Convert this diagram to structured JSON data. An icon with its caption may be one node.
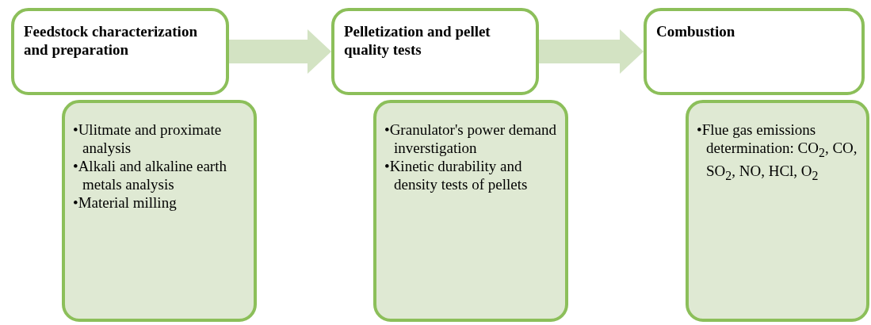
{
  "diagram": {
    "nodes": [
      {
        "text": [
          "Feedstock characterization and preparation"
        ]
      },
      {
        "text": [
          "•Ulitmate and proximate analysis",
          "•Alkali and alkaline earth metals analysis",
          "•Material milling"
        ]
      },
      {
        "text": [
          "Pelletization and pellet quality tests"
        ]
      },
      {
        "text": [
          "•Granulator's power demand inverstigation",
          "•Kinetic durability and density tests of pellets"
        ]
      },
      {
        "text": [
          "Combustion"
        ]
      },
      {
        "text": [
          "•Flue gas emissions determination: CO$_{2}$, CO, SO$_{2}$, NO, HCl, O$_{2}$"
        ]
      }
    ],
    "edges": [
      {
        "from": 0,
        "to": 2,
        "arrow": "to"
      },
      {
        "from": 2,
        "to": 4,
        "arrow": "to"
      }
    ]
  }
}
